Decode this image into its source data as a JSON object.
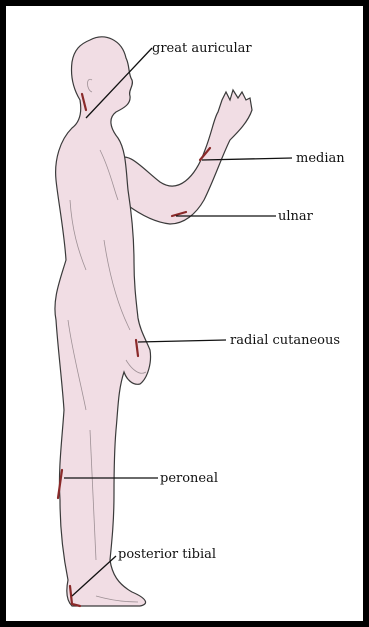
{
  "labels": {
    "great_auricular": "great auricular",
    "median": "median",
    "ulnar": "ulnar",
    "radial_cutaneous": "radial cutaneous",
    "peroneal": "peroneal",
    "posterior_tibial": "posterior tibial"
  },
  "colors": {
    "frame": "#000000",
    "skin": "#f1dde4",
    "nerve": "#8a2a2a",
    "outline": "#3a3a3a"
  }
}
